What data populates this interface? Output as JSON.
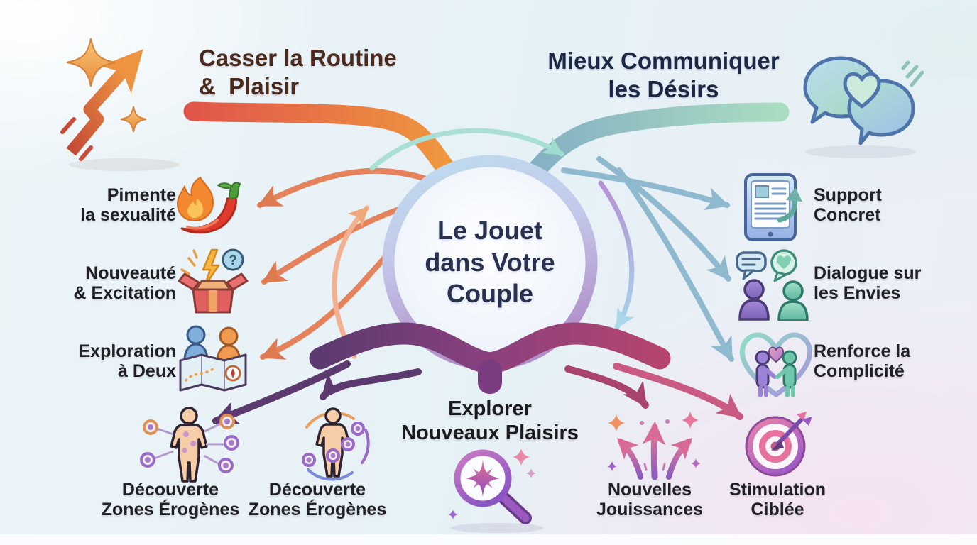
{
  "center": {
    "lines": [
      "Le Jouet",
      "dans Votre",
      "Couple"
    ]
  },
  "branches": {
    "routine": {
      "line1": "Casser la Routine",
      "line2": "&  Plaisir",
      "accent": "#EF8C3F",
      "icon": "rising-arrow-sparkles-icon"
    },
    "communicate": {
      "line1": "Mieux Communiquer",
      "line2": "les Désirs",
      "accent": "#9ACBC2",
      "icon": "chat-bubbles-heart-icon"
    },
    "explore": {
      "line1": "Explorer",
      "line2": "Nouveaux Plaisirs",
      "accent": "#8A3E7C",
      "icon": "magnifier-sparkle-icon"
    }
  },
  "left_items": [
    {
      "line1": "Pimente",
      "line2": "la sexualité",
      "icon": "chili-flame-icon"
    },
    {
      "line1": "Nouveauté",
      "line2": "& Excitation",
      "icon": "surprise-box-icon"
    },
    {
      "line1": "Exploration",
      "line2": "à Deux",
      "icon": "couple-map-icon"
    }
  ],
  "right_items": [
    {
      "line1": "Support",
      "line2": "Concret",
      "icon": "tablet-guide-icon"
    },
    {
      "line1": "Dialogue sur",
      "line2": "les Envies",
      "icon": "dialogue-people-icon"
    },
    {
      "line1": "Renforce la",
      "line2": "Complicité",
      "icon": "couple-hands-heart-icon"
    }
  ],
  "bottom_items": [
    {
      "line1": "Découverte",
      "line2": "Zones Érogènes",
      "icon": "body-zones-map-icon"
    },
    {
      "line1": "Découverte",
      "line2": "Zones Érogènes",
      "icon": "body-zones-cycle-icon"
    },
    {
      "line1": "Nouvelles",
      "line2": "Jouissances",
      "icon": "fireworks-arrows-icon"
    },
    {
      "line1": "Stimulation",
      "line2": "Ciblée",
      "icon": "target-dart-icon"
    }
  ],
  "colors": {
    "routine_band_start": "#E0564A",
    "routine_band_end": "#F09A3E",
    "communicate_band_start": "#83AEC4",
    "communicate_band_end": "#A9DCC0",
    "explore_band_start": "#5C3A6F",
    "explore_band_end": "#B5456F",
    "circle_rim_top": "#BEDCEE",
    "circle_rim_bottom": "#B18FC9",
    "center_text": "#283250",
    "routine_title_text": "#4B2A1E",
    "communicate_title_text": "#1B2947",
    "label_text": "#202024"
  }
}
